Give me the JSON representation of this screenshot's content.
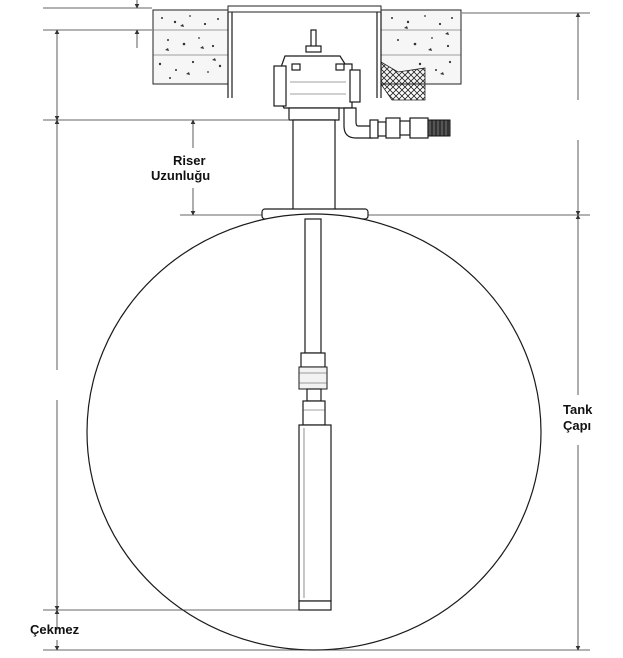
{
  "labels": {
    "riser_line1": "Riser",
    "riser_line2": "Uzunluğu",
    "tank_line1": "Tank",
    "tank_line2": "Çapı",
    "cekmez": "Çekmez"
  },
  "colors": {
    "line": "#1a1a1a",
    "background": "#ffffff",
    "hatch": "#222222"
  }
}
